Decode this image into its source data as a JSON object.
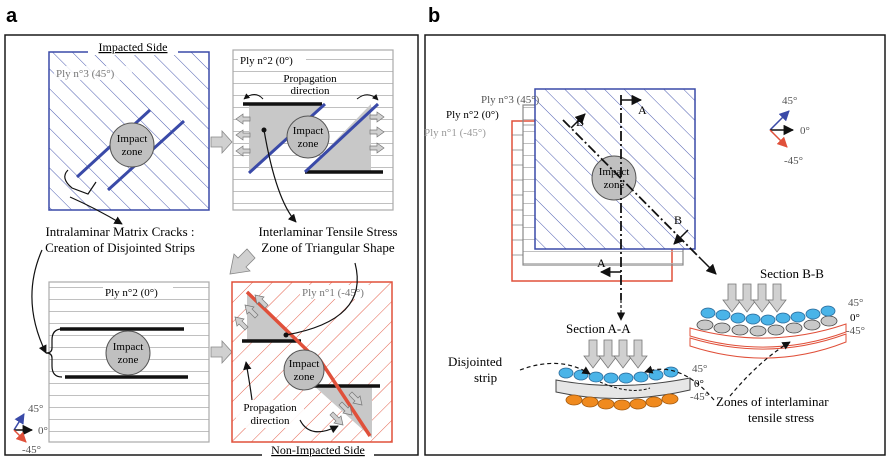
{
  "panels": {
    "a": {
      "letter": "a"
    },
    "b": {
      "letter": "b"
    }
  },
  "a": {
    "impacted_side": "Impacted Side",
    "non_impacted_side": "Non-Impacted Side",
    "ply3": "Ply n°3 (45°)",
    "ply2": "Ply n°2 (0°)",
    "ply1": "Ply n°1 (-45°)",
    "impact_line1": "Impact",
    "impact_line2": "zone",
    "propagation_line1": "Propagation",
    "propagation_line2": "direction",
    "matrix_cracks_line1": "Intralaminar Matrix Cracks :",
    "matrix_cracks_line2": "Creation of Disjointed Strips",
    "tensile_line1": "Interlaminar Tensile Stress",
    "tensile_line2": "Zone of Triangular Shape",
    "axis_45": "45°",
    "axis_0": "0°",
    "axis_m45": "-45°"
  },
  "b": {
    "ply3": "Ply n°3 (45°)",
    "ply2": "Ply n°2 (0°)",
    "ply1": "Ply n°1 (-45°)",
    "impact_line1": "Impact",
    "impact_line2": "zone",
    "section_a_label": "A",
    "section_b_label": "B",
    "section_bb": "Section B-B",
    "section_aa": "Section A-A",
    "disjointed_line1": "Disjointed",
    "disjointed_line2": "strip",
    "zones_line1": "Zones of interlaminar",
    "zones_line2": "tensile stress",
    "axis_45": "45°",
    "axis_0": "0°",
    "axis_m45": "-45°"
  },
  "colors": {
    "blue": "#3a4aa8",
    "red": "#e0503a",
    "gray_fill": "#c8c8c8",
    "light_blue": "#4ab4e8",
    "orange": "#f08a1e",
    "frame": "#1a1a1a"
  }
}
